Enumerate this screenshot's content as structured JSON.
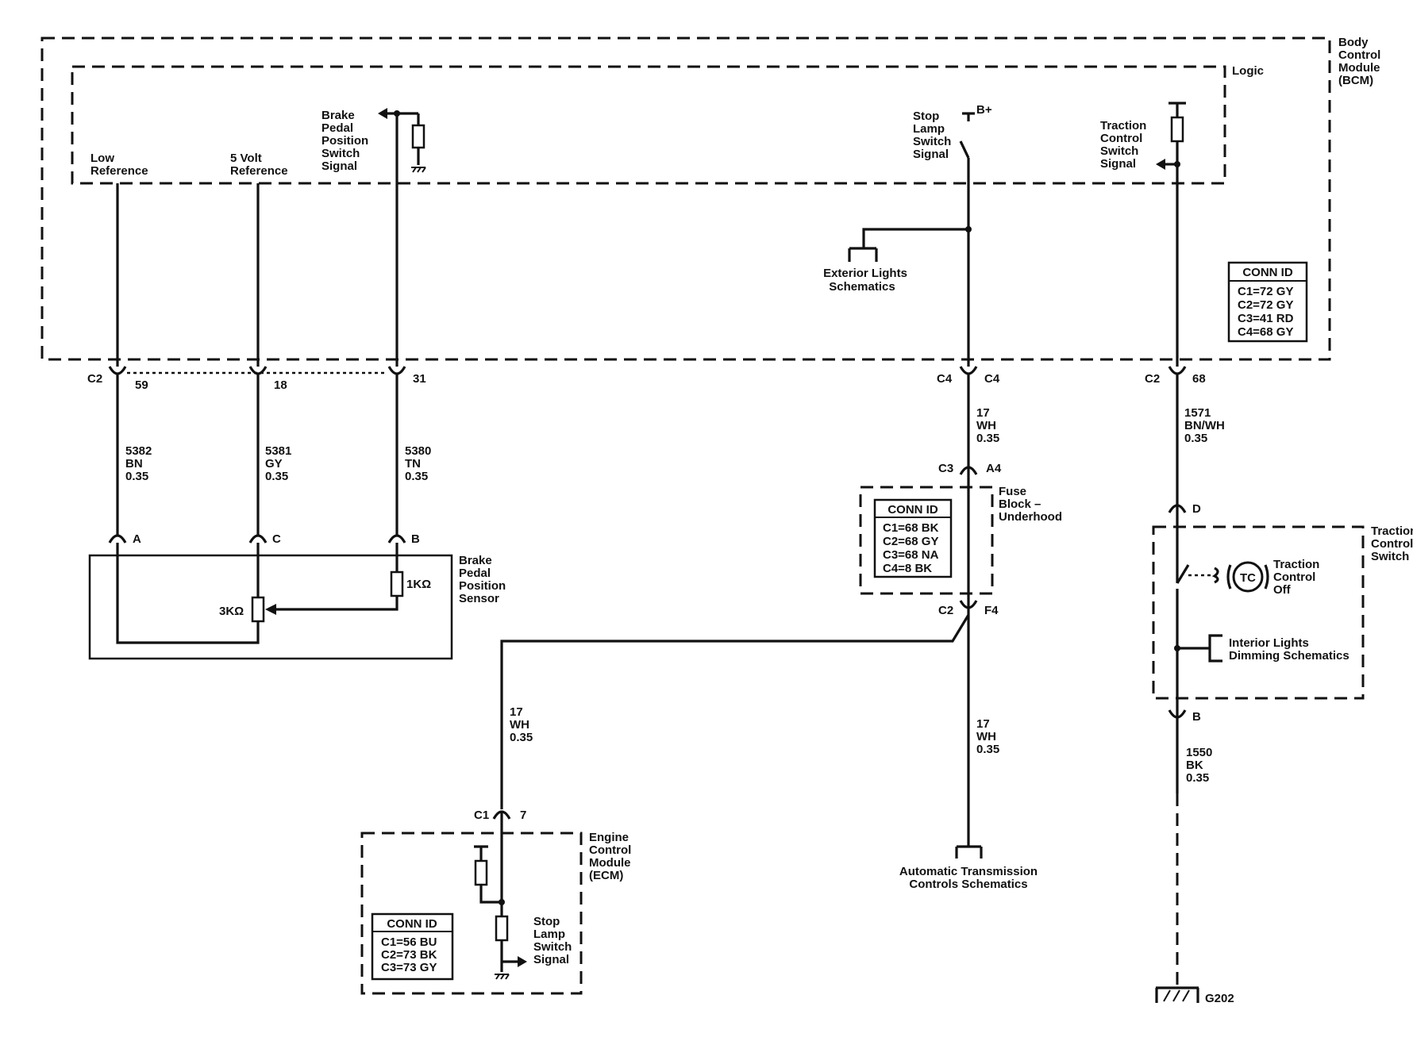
{
  "bcm": {
    "title": [
      "Body",
      "Control",
      "Module",
      "(BCM)"
    ],
    "logic": "Logic",
    "low_reference": [
      "Low",
      "Reference"
    ],
    "five_volt_reference": [
      "5 Volt",
      "Reference"
    ],
    "brake_pedal_signal": [
      "Brake",
      "Pedal",
      "Position",
      "Switch",
      "Signal"
    ],
    "stop_lamp_signal": [
      "Stop",
      "Lamp",
      "Switch",
      "Signal"
    ],
    "bplus": "B+",
    "traction_signal": [
      "Traction",
      "Control",
      "Switch",
      "Signal"
    ],
    "exterior_lights": [
      "Exterior Lights",
      "Schematics"
    ],
    "conn_title": "CONN ID",
    "conn": [
      "C1=72 GY",
      "C2=72 GY",
      "C3=41 RD",
      "C4=68 GY"
    ]
  },
  "connectors": {
    "c2_label": "C2",
    "pin_59": "59",
    "pin_18": "18",
    "pin_31": "31",
    "c4_left": "C4",
    "c4_right": "C4",
    "c2_right_label": "C2",
    "pin_68": "68"
  },
  "wires": {
    "w5382": [
      "5382",
      "BN",
      "0.35"
    ],
    "w5381": [
      "5381",
      "GY",
      "0.35"
    ],
    "w5380": [
      "5380",
      "TN",
      "0.35"
    ],
    "w17_top": [
      "17",
      "WH",
      "0.35"
    ],
    "w1571": [
      "1571",
      "BN/WH",
      "0.35"
    ],
    "w17_left": [
      "17",
      "WH",
      "0.35"
    ],
    "w17_bottom": [
      "17",
      "WH",
      "0.35"
    ],
    "w1550": [
      "1550",
      "BK",
      "0.35"
    ]
  },
  "sensor": {
    "pin_a": "A",
    "pin_c": "C",
    "pin_b": "B",
    "title": [
      "Brake",
      "Pedal",
      "Position",
      "Sensor"
    ],
    "r1k": "1KΩ",
    "r3k": "3KΩ"
  },
  "fuse_block": {
    "c3": "C3",
    "a4": "A4",
    "title": [
      "Fuse",
      "Block –",
      "Underhood"
    ],
    "conn_title": "CONN ID",
    "conn": [
      "C1=68 BK",
      "C2=68 GY",
      "C3=68 NA",
      "C4=8 BK"
    ],
    "c2": "C2",
    "f4": "F4"
  },
  "traction_switch": {
    "pin_d": "D",
    "title": [
      "Traction",
      "Control",
      "Switch"
    ],
    "tc_icon": "TC",
    "tc_label": [
      "Traction",
      "Control",
      "Off"
    ],
    "interior": [
      "Interior Lights",
      "Dimming Schematics"
    ],
    "pin_b": "B"
  },
  "ecm": {
    "c1": "C1",
    "pin_7": "7",
    "title": [
      "Engine",
      "Control",
      "Module",
      "(ECM)"
    ],
    "stop_lamp_signal": [
      "Stop",
      "Lamp",
      "Switch",
      "Signal"
    ],
    "conn_title": "CONN ID",
    "conn": [
      "C1=56 BU",
      "C2=73 BK",
      "C3=73 GY"
    ]
  },
  "auto_trans": [
    "Automatic Transmission",
    "Controls Schematics"
  ],
  "ground": "G202"
}
